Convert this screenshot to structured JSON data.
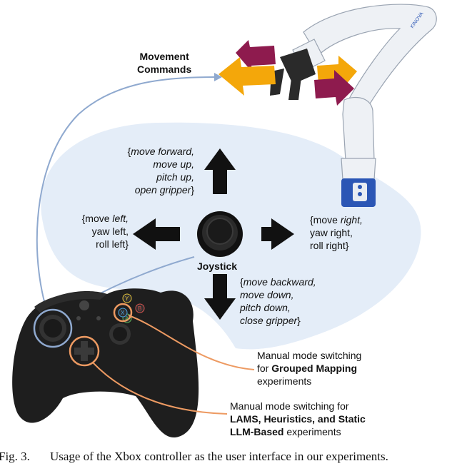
{
  "figure": {
    "movement_commands": [
      "Movement",
      "Commands"
    ],
    "joystick_label": "Joystick",
    "up_label": {
      "open": "{",
      "lines": [
        "move forward,",
        "move up,",
        "pitch up,",
        "open gripper"
      ],
      "close": "}"
    },
    "down_label": {
      "open": "{",
      "lines": [
        "move backward,",
        "move down,",
        "pitch down,",
        "close gripper"
      ],
      "close": "}"
    },
    "left_label": {
      "line1_a": "{move ",
      "line1_b": "left,",
      "line2": "yaw left,",
      "line3_a": "roll left",
      "line3_b": "}"
    },
    "right_label": {
      "line1_a": "{move ",
      "line1_b": "right,",
      "line2": "yaw right,",
      "line3_a": "roll right",
      "line3_b": "}"
    },
    "grouped_note": {
      "line1": "Manual mode switching",
      "line2_a": "for ",
      "line2_b": "Grouped Mapping",
      "line3": "experiments"
    },
    "lams_note": {
      "line1": "Manual mode switching for",
      "line2": "LAMS, Heuristics, and Static",
      "line3_a": "LLM-Based",
      "line3_b": " experiments"
    },
    "arm_brand": "KINOVA",
    "controller_buttons": [
      "Y",
      "X",
      "B",
      "A"
    ]
  },
  "caption": {
    "label": "Fig. 3.",
    "text": "Usage of the Xbox controller as the user interface in our experiments."
  },
  "colors": {
    "blob": "#e4edf8",
    "joystick_line": "#8fa9cf",
    "mode_line": "#ed9a62",
    "arrow_dark": "#111111",
    "arrow_orange": "#f4a70a",
    "arrow_maroon": "#8e1b4e",
    "arm_white": "#eef1f5",
    "arm_blue": "#2b56b5",
    "controller": "#1e1e1e"
  }
}
